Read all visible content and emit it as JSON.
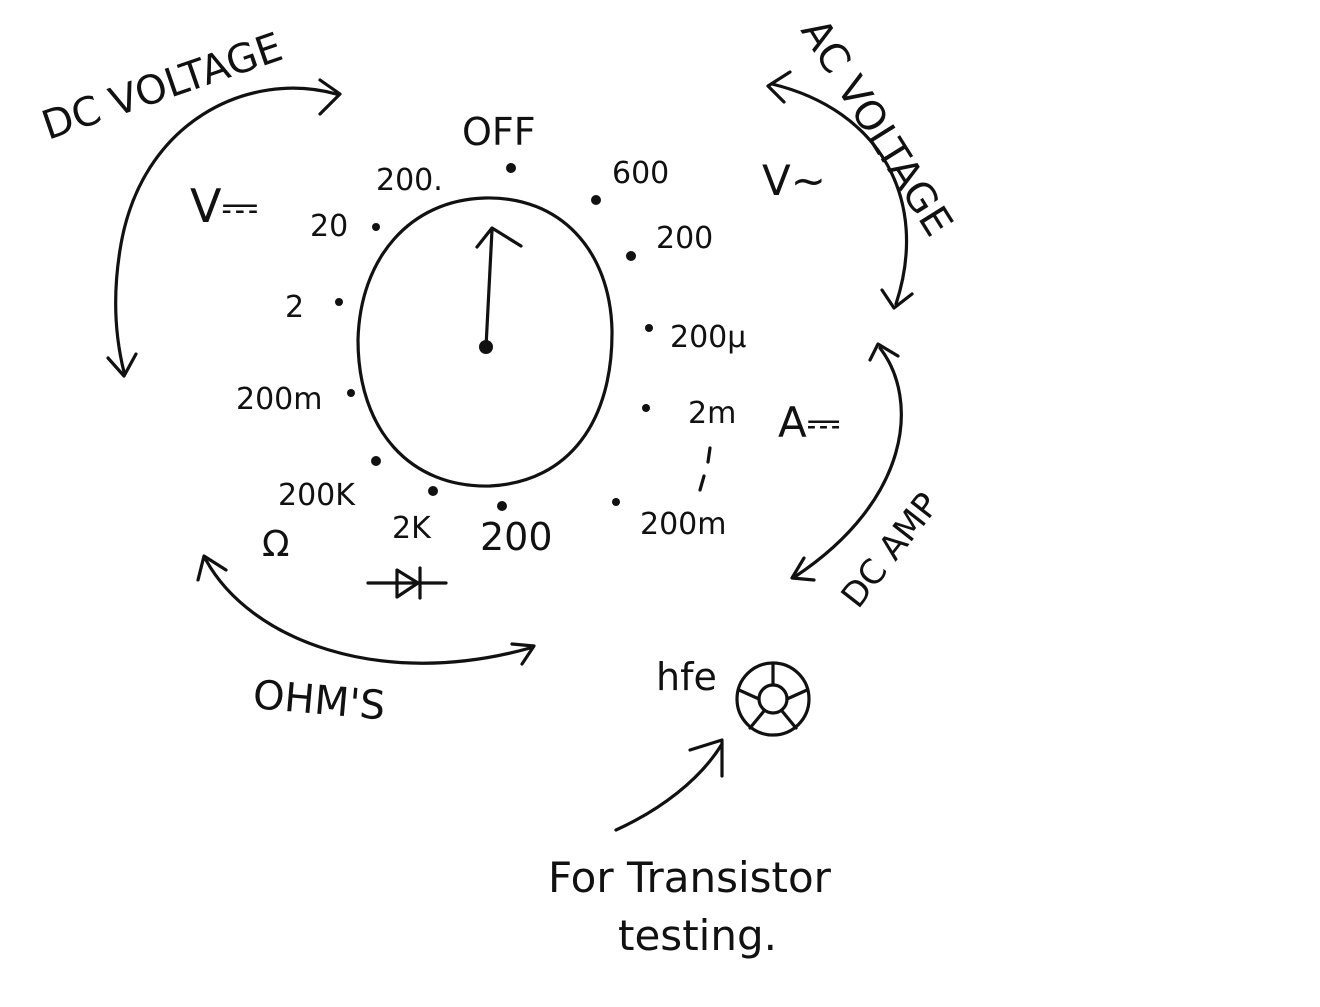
{
  "diagram": {
    "dial": {
      "top_label": "OFF",
      "dc_voltage_ranges": [
        "200.",
        "20",
        "2",
        "200m"
      ],
      "ac_voltage_ranges": [
        "600",
        "200"
      ],
      "dc_amp_ranges": [
        "200µ",
        "2m",
        "200m"
      ],
      "ohm_ranges": [
        "200K",
        "2K",
        "200"
      ]
    },
    "symbols": {
      "dc_volt": "V⎓",
      "ac_volt": "V~",
      "dc_amp": "A⎓",
      "ohm": "Ω",
      "diode": "diode-symbol",
      "hfe_socket": "hfe"
    },
    "groups": {
      "dc_voltage": "DC VOLTAGE",
      "ac_voltage": "AC VOLTAGE",
      "dc_amp": "DC AMP",
      "ohms": "OHM'S",
      "transistor": "For Transistor testing."
    }
  }
}
